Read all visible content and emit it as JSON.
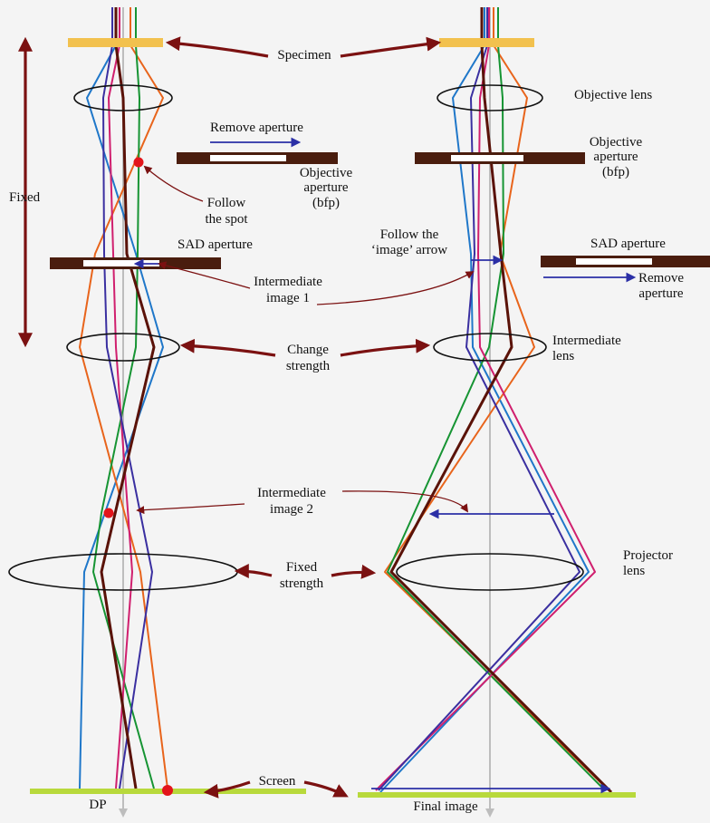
{
  "labels": {
    "specimen": "Specimen",
    "objective_lens": "Objective lens",
    "remove_aperture_top": "Remove aperture",
    "objective_aperture_left": [
      "Objective",
      "aperture",
      "(bfp)"
    ],
    "objective_aperture_right": [
      "Objective",
      "aperture",
      "(bfp)"
    ],
    "fixed": "Fixed",
    "follow_spot": [
      "Follow",
      "the spot"
    ],
    "sad_aperture_left": "SAD aperture",
    "sad_aperture_right": "SAD aperture",
    "follow_image_arrow": [
      "Follow the",
      "‘image’ arrow"
    ],
    "remove_aperture_bottom": [
      "Remove",
      "aperture"
    ],
    "intermediate_image_1": [
      "Intermediate",
      "image 1"
    ],
    "change_strength": [
      "Change",
      "strength"
    ],
    "intermediate_lens": [
      "Intermediate",
      "lens"
    ],
    "intermediate_image_2": [
      "Intermediate",
      "image 2"
    ],
    "fixed_strength": [
      "Fixed",
      "strength"
    ],
    "projector_lens": [
      "Projector",
      "lens"
    ],
    "screen": "Screen",
    "dp": "DP",
    "final_image": "Final image"
  },
  "colors": {
    "specimen": "#f2c14e",
    "screen": "#b8d93c",
    "aperture": "#4a1d0e",
    "aperture_slot": "#ffffff",
    "callout_arrow": "#7b1111",
    "move_arrow": "#2b2fa6",
    "spot": "#e3151b",
    "rays": [
      "#1f77c9",
      "#e8641b",
      "#169433",
      "#d01f6e",
      "#3a2fa0",
      "#5a1208"
    ]
  }
}
